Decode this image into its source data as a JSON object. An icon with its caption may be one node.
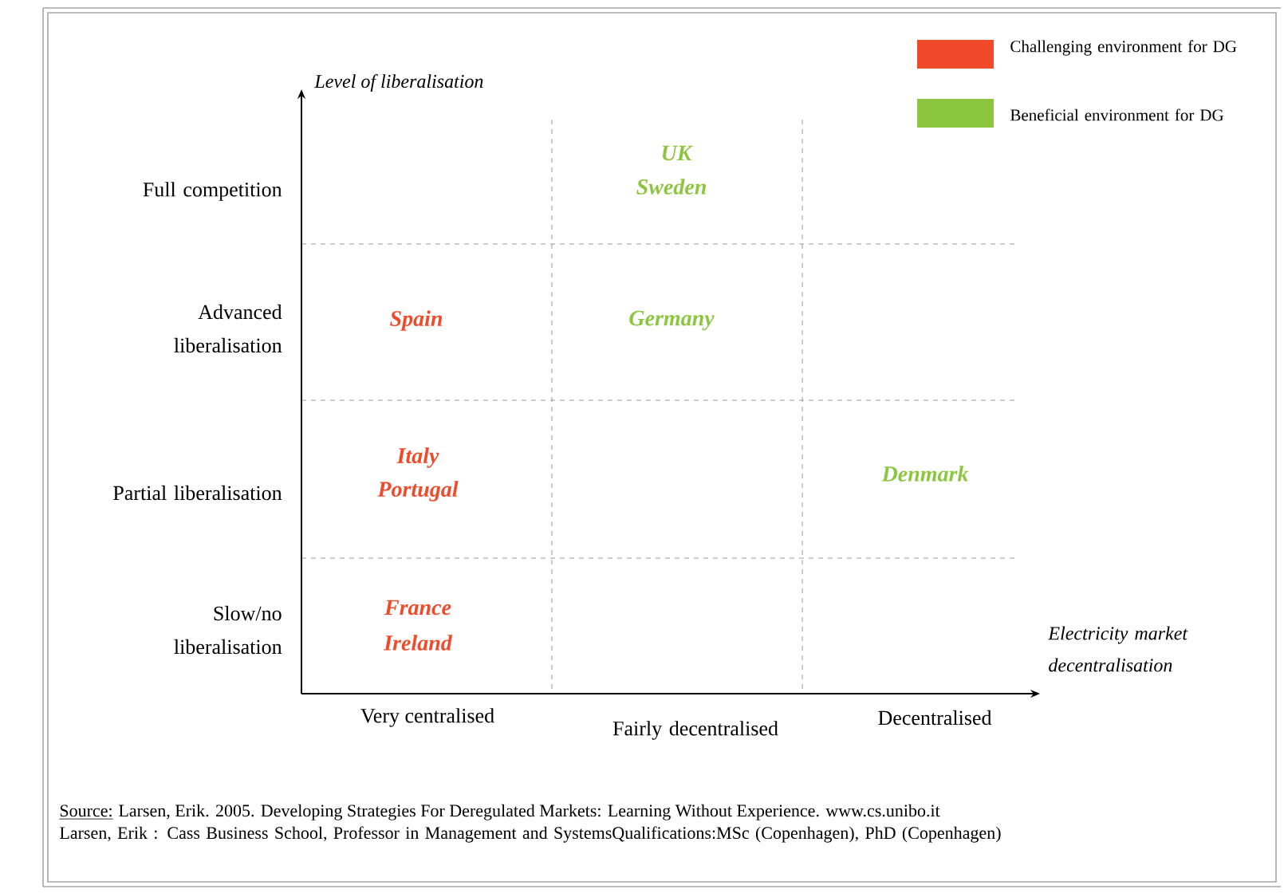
{
  "diagram": {
    "labels": [
      "Level of liberalisation",
      "Full competition",
      "UK",
      "Sweden",
      "Advanced liberalisation",
      "Spain",
      "Germany",
      "Partial liberalisation",
      "Italy",
      "Portugal",
      "Denmark",
      "Slow/no liberalisation",
      "France",
      "Ireland",
      "Electricity market decentralisation",
      "Very centralised",
      "Fairly decentralised",
      "Decentralised",
      "Source:",
      "Larsen, Erik. 2005. Developing Strategies For Deregulated Markets: Learning Without Experience. www.cs.unibo.it",
      "Larsen, Erik : Cass Business School, Professor in Management and SystemsQualifications:MSc (Copenhagen), PhD (Copenhagen)"
    ],
    "legend": [
      {
        "text": "Challenging environment for DG",
        "color": "#f04a2a"
      },
      {
        "text": "Beneficial environment for DG",
        "color": "#8cc63f"
      }
    ]
  }
}
